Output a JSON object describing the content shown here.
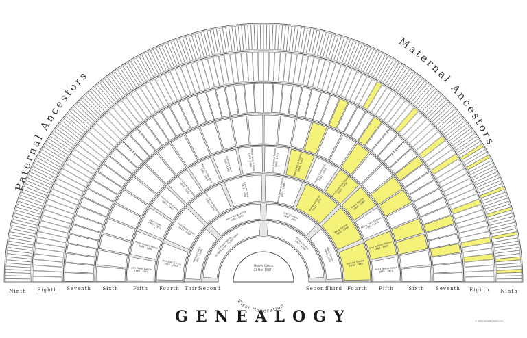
{
  "title": "GENEALOGY",
  "paternal_label": "Paternal Ancestors",
  "maternal_label": "Maternal Ancestors",
  "root": {
    "name": "Moises Garcia",
    "dates": "21 MAY 1987 -"
  },
  "generation_labels": [
    "First Generation",
    "Second",
    "Third",
    "Fourth",
    "Fifth",
    "Sixth",
    "Seventh",
    "Eighth",
    "Ninth"
  ],
  "copyright": "© 2015 www.fillsheets.com",
  "colors": {
    "ring_fill": "#e6e6e6",
    "cell_fill": "#ffffff",
    "highlight": "#f5f27a",
    "stroke": "#4a4a4a"
  },
  "second_generation": [
    {
      "name": "Samuel Garcia",
      "dates": "10 NOV 1964 - 11 JUN 2000"
    },
    {
      "name": "Alicia Cisneros",
      "dates": "1967 - 1998"
    }
  ],
  "third_generation": [
    {
      "name": "Manuel Garcia",
      "dates": "1937 - 1993"
    },
    {
      "name": "Juana Maria Garcia",
      "dates": "1935 - 2011"
    },
    {
      "name": "Jose Cisneros",
      "dates": "1941 - 1995"
    },
    {
      "name": "Maria Trevino",
      "dates": "1943 - 2000"
    }
  ],
  "fourth_generation": [
    {
      "name": "Jose Juan Garcia",
      "dates": "1910 - 1982"
    },
    {
      "name": "Guadalupe Lopez",
      "dates": "1915 - 1988"
    },
    {
      "name": "Juan Garcia Rodriguez",
      "dates": "1908 - 1975"
    },
    {
      "name": "Carmen Pena",
      "dates": "1912 - 1990"
    },
    {
      "name": "Maria De Jesus Trevino",
      "dates": "1915 - 1980"
    },
    {
      "name": "Andres Cisneros",
      "dates": "1912 - 1970"
    },
    {
      "name": "Petra Trevino",
      "dates": "1920 - 1999"
    },
    {
      "name": "Antonio Trevino",
      "dates": "1918 - 1985"
    }
  ],
  "fifth_generation": [
    {
      "name": "Jose Maria Garcia",
      "dates": "1880 - 1950"
    },
    {
      "name": "Maria Rosario Lopez",
      "dates": "1885 - 1960"
    },
    {
      "name": "Juan Lopez",
      "dates": "1882 - 1941"
    },
    {
      "name": "Maria Josefa Garza",
      "dates": "1887 - 1962"
    },
    {
      "name": "Jose Manuel Rodriguez",
      "dates": "1878 - 1940"
    },
    {
      "name": "Maria Cleofas Pena",
      "dates": "1880 - 1945"
    },
    {
      "name": "Juan Jose Pena",
      "dates": "1885 - 1950"
    },
    {
      "name": "Maria Ignacia Perez",
      "dates": "1889 - 1960"
    },
    {
      "name": "Jose Antonio Trevino",
      "dates": "1885 - 1955"
    },
    {
      "name": "Maria De Los Angeles",
      "dates": "1890 - 1960"
    },
    {
      "name": "Andres Cisneros Sr",
      "dates": "1880 - 1942"
    },
    {
      "name": "Maria Guadalupe Cisneros",
      "dates": "1885 - 1958"
    },
    {
      "name": "Pedro Trevino",
      "dates": "1890 - 1960"
    },
    {
      "name": "Maria Petra Salinas",
      "dates": "1892 - 1970"
    },
    {
      "name": "Jose Antonio Trevino",
      "dates": "1888 - 1950"
    },
    {
      "name": "Maria Teresa Garza",
      "dates": "1895 - 1975"
    }
  ],
  "highlighted_cells": [
    {
      "ring": 3,
      "index": 5
    },
    {
      "ring": 3,
      "index": 6
    },
    {
      "ring": 3,
      "index": 7
    },
    {
      "ring": 4,
      "index": 9
    },
    {
      "ring": 4,
      "index": 11
    },
    {
      "ring": 4,
      "index": 12
    },
    {
      "ring": 4,
      "index": 14
    },
    {
      "ring": 5,
      "index": 19
    },
    {
      "ring": 5,
      "index": 22
    },
    {
      "ring": 5,
      "index": 25
    },
    {
      "ring": 5,
      "index": 26
    },
    {
      "ring": 5,
      "index": 28
    },
    {
      "ring": 5,
      "index": 29
    },
    {
      "ring": 6,
      "index": 40
    },
    {
      "ring": 6,
      "index": 44
    },
    {
      "ring": 6,
      "index": 50
    },
    {
      "ring": 6,
      "index": 57
    },
    {
      "ring": 6,
      "index": 60
    },
    {
      "ring": 7,
      "index": 85
    },
    {
      "ring": 7,
      "index": 93
    },
    {
      "ring": 7,
      "index": 100
    },
    {
      "ring": 7,
      "index": 104
    },
    {
      "ring": 7,
      "index": 113
    },
    {
      "ring": 7,
      "index": 120
    },
    {
      "ring": 7,
      "index": 123
    },
    {
      "ring": 8,
      "index": 210
    },
    {
      "ring": 8,
      "index": 214
    },
    {
      "ring": 8,
      "index": 225
    },
    {
      "ring": 8,
      "index": 232
    },
    {
      "ring": 8,
      "index": 240
    },
    {
      "ring": 8,
      "index": 248
    },
    {
      "ring": 8,
      "index": 252
    }
  ]
}
